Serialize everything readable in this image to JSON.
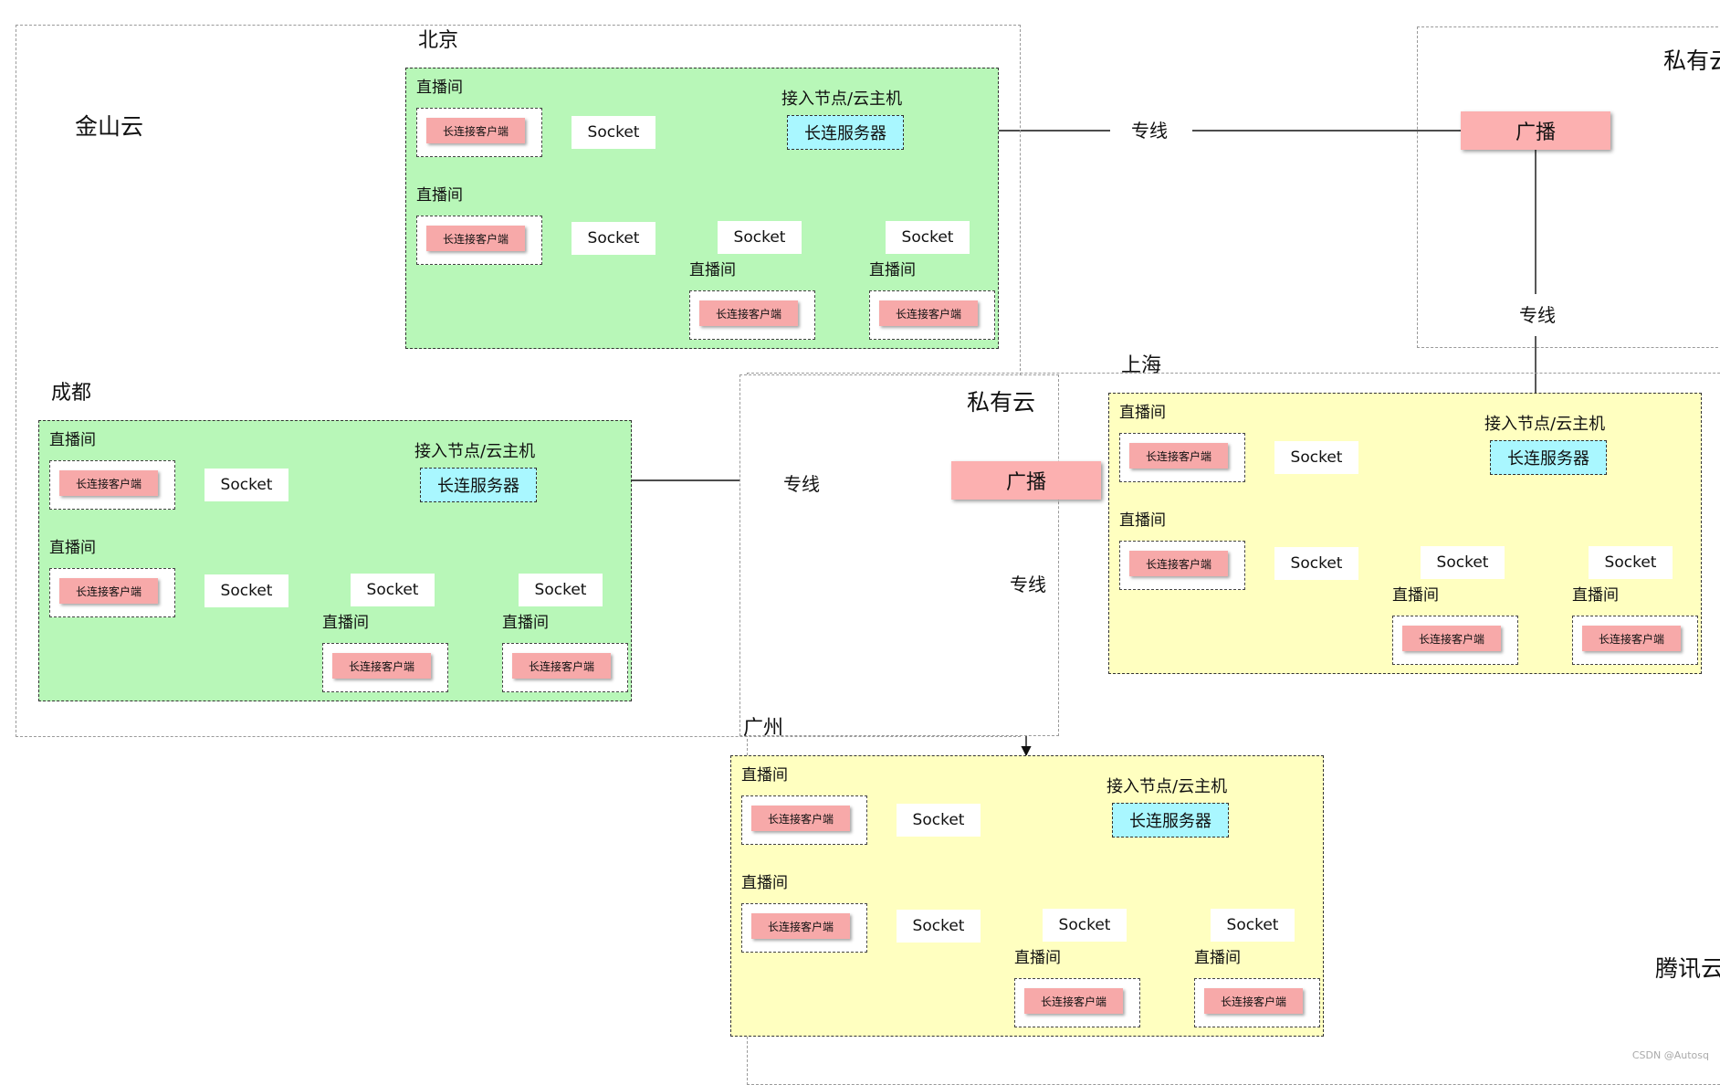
{
  "labels": {
    "jinshan_cloud": "金山云",
    "tencent_cloud": "腾讯云",
    "private_cloud": "私有云",
    "broadcast": "广播",
    "dedicated_line": "专线",
    "access_node": "接入节点/云主机",
    "long_conn_server": "长连服务器",
    "socket": "Socket",
    "live_room": "直播间",
    "long_conn_client": "长连接客户端"
  },
  "cities": {
    "beijing": "北京",
    "chengdu": "成都",
    "shanghai": "上海",
    "guangzhou": "广州"
  },
  "colors": {
    "green_city": "#b8f7b8",
    "yellow_city": "#ffffc0",
    "client": "#f7a9a9",
    "server": "#a9f7ff",
    "broadcast": "#fcb0b0"
  },
  "watermark": "CSDN @Autosq"
}
